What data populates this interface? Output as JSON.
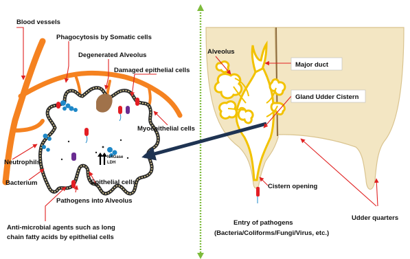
{
  "labels": {
    "blood_vessels": "Blood vessels",
    "phagocytosis": "Phagocytosis by Somatic cells",
    "degenerated_alveolus": "Degenerated Alveolus",
    "damaged_epithelial": "Damaged epithelial cells",
    "myoepithelial": "Myoepithelial cells",
    "neutrophils": "Neutrophils",
    "bacterium": "Bacterium",
    "epithelial_cells": "Epithelial cells",
    "pathogens_into_alveolus": "Pathogens into Alveolus",
    "antimicrobial_line1": "Anti-microbial agents such as long",
    "antimicrobial_line2": "chain fatty acids by epithelial cells",
    "nagase": "NAGase",
    "ldh": "LDH",
    "alveolus": "Alveolus",
    "major_duct": "Major duct",
    "gland_udder_cistern": "Gland Udder Cistern",
    "cistern_opening": "Cistern opening",
    "entry_line1": "Entry of pathogens",
    "entry_line2": "(Bacteria/Coliforms/Fungi/Virus, etc.)",
    "udder_quarters": "Udder quarters"
  },
  "colors": {
    "vessel": "#F58220",
    "arrow_red": "#E02020",
    "udder_fill": "#F3E6C3",
    "udder_stroke": "#D9C38E",
    "alveolar_yellow": "#F2C200",
    "divider_green": "#7DBB3C",
    "big_arrow": "#1E3352",
    "cell_purple": "#6A2C91",
    "cell_red": "#E31E24",
    "neutrophil_blue": "#1E88C8",
    "degenerated_brown": "#A0724A"
  }
}
